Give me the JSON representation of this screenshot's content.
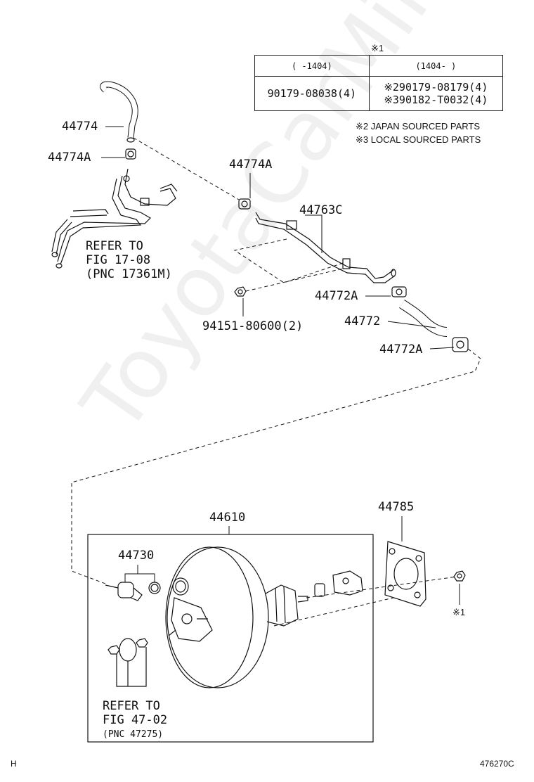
{
  "diagram": {
    "watermark": "ToyotaCarMine.ru",
    "footer_left": "H",
    "footer_right": "476270C",
    "table": {
      "marker": "※1",
      "col1_header": "(    -1404)",
      "col2_header": "(1404-    )",
      "col1_value": "90179-08038(4)",
      "col2_value_line1": "※290179-08179(4)",
      "col2_value_line2": "※390182-T0032(4)"
    },
    "notes": {
      "note2": "※2 JAPAN SOURCED PARTS",
      "note3": "※3 LOCAL SOURCED PARTS"
    },
    "parts": {
      "p44774": "44774",
      "p44774A_left": "44774A",
      "p44774A_center": "44774A",
      "p44763C": "44763C",
      "p44772A_upper": "44772A",
      "p44772": "44772",
      "p44772A_lower": "44772A",
      "p94151": "94151-80600(2)",
      "p44610": "44610",
      "p44785": "44785",
      "p44730": "44730",
      "marker1": "※1"
    },
    "refer1": {
      "line1": "REFER TO",
      "line2": "FIG 17-08",
      "line3": "(PNC 17361M)"
    },
    "refer2": {
      "line1": "REFER TO",
      "line2": "FIG 47-02",
      "line3": "(PNC 47275)"
    }
  }
}
